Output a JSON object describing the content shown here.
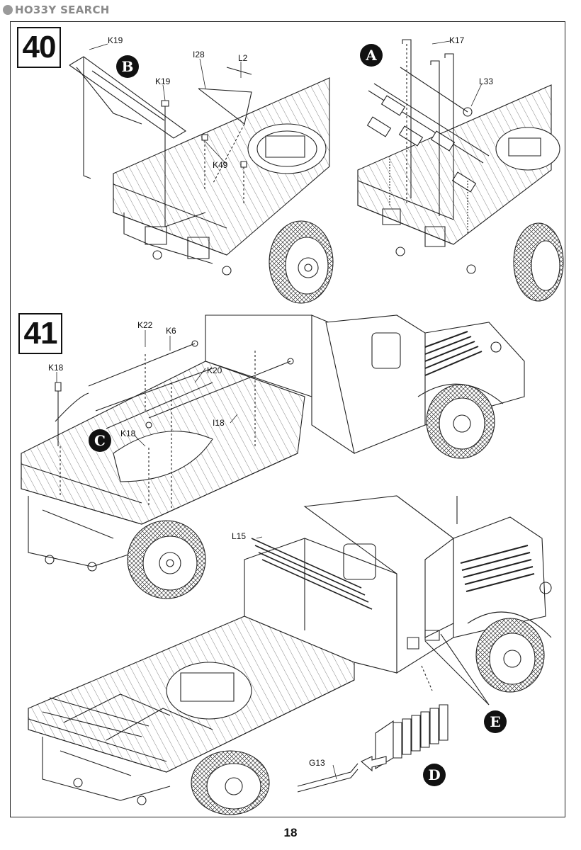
{
  "watermark": {
    "text": "HO33Y SEARCH"
  },
  "page_number": "18",
  "steps": [
    {
      "number": "40",
      "part_labels": [
        "K19",
        "K19",
        "I28",
        "L2",
        "K49",
        "K17",
        "L33"
      ],
      "callouts": [
        "B",
        "A"
      ]
    },
    {
      "number": "41",
      "part_labels": [
        "K22",
        "K6",
        "K18",
        "K20",
        "K18",
        "I18",
        "L15",
        "G13"
      ],
      "callouts": [
        "C",
        "D",
        "E"
      ]
    }
  ]
}
